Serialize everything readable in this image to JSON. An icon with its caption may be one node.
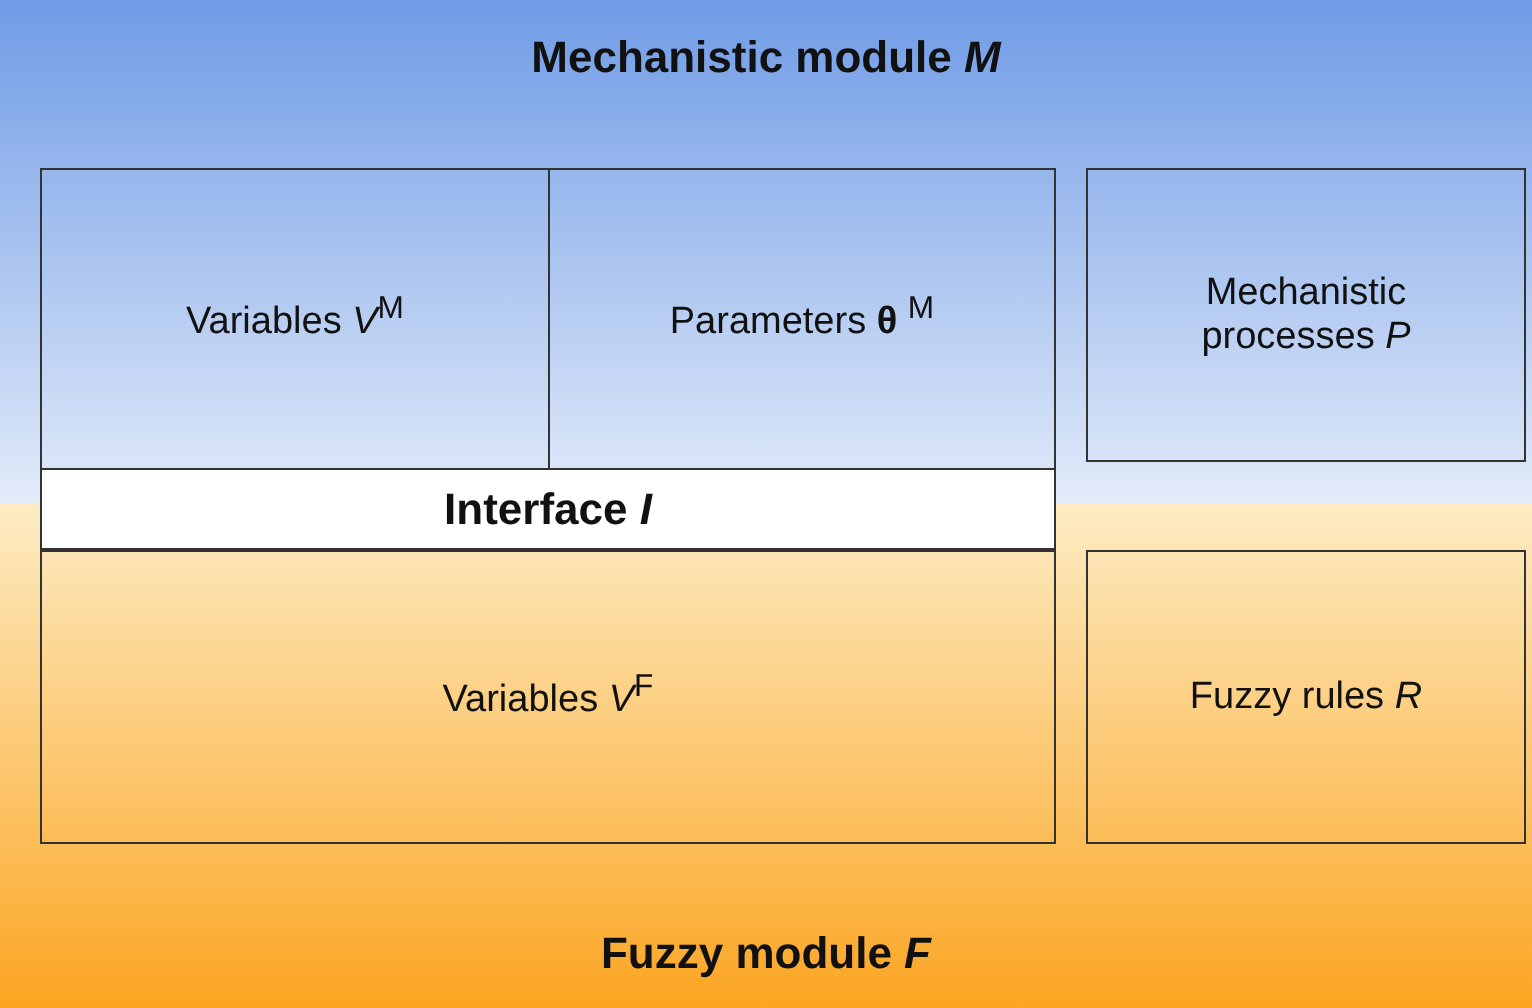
{
  "diagram": {
    "nodes": [
      {
        "text": [
          "Mechanistic module *M*"
        ]
      },
      {
        "text": [
          "Variables *V*$^{M}$"
        ],
        "in": 0
      },
      {
        "text": [
          "Parameters **θ** $^{M}$"
        ],
        "in": 0
      },
      {
        "text": [
          "Mechanistic processes *P*"
        ],
        "in": 0
      },
      {
        "text": [
          "Interface *I*"
        ]
      },
      {
        "text": [
          "Fuzzy module *F*"
        ]
      },
      {
        "text": [
          "Variables *V*$^{F}$"
        ],
        "in": 5
      },
      {
        "text": [
          "Fuzzy rules *R*"
        ],
        "in": 5
      }
    ],
    "edges": []
  }
}
